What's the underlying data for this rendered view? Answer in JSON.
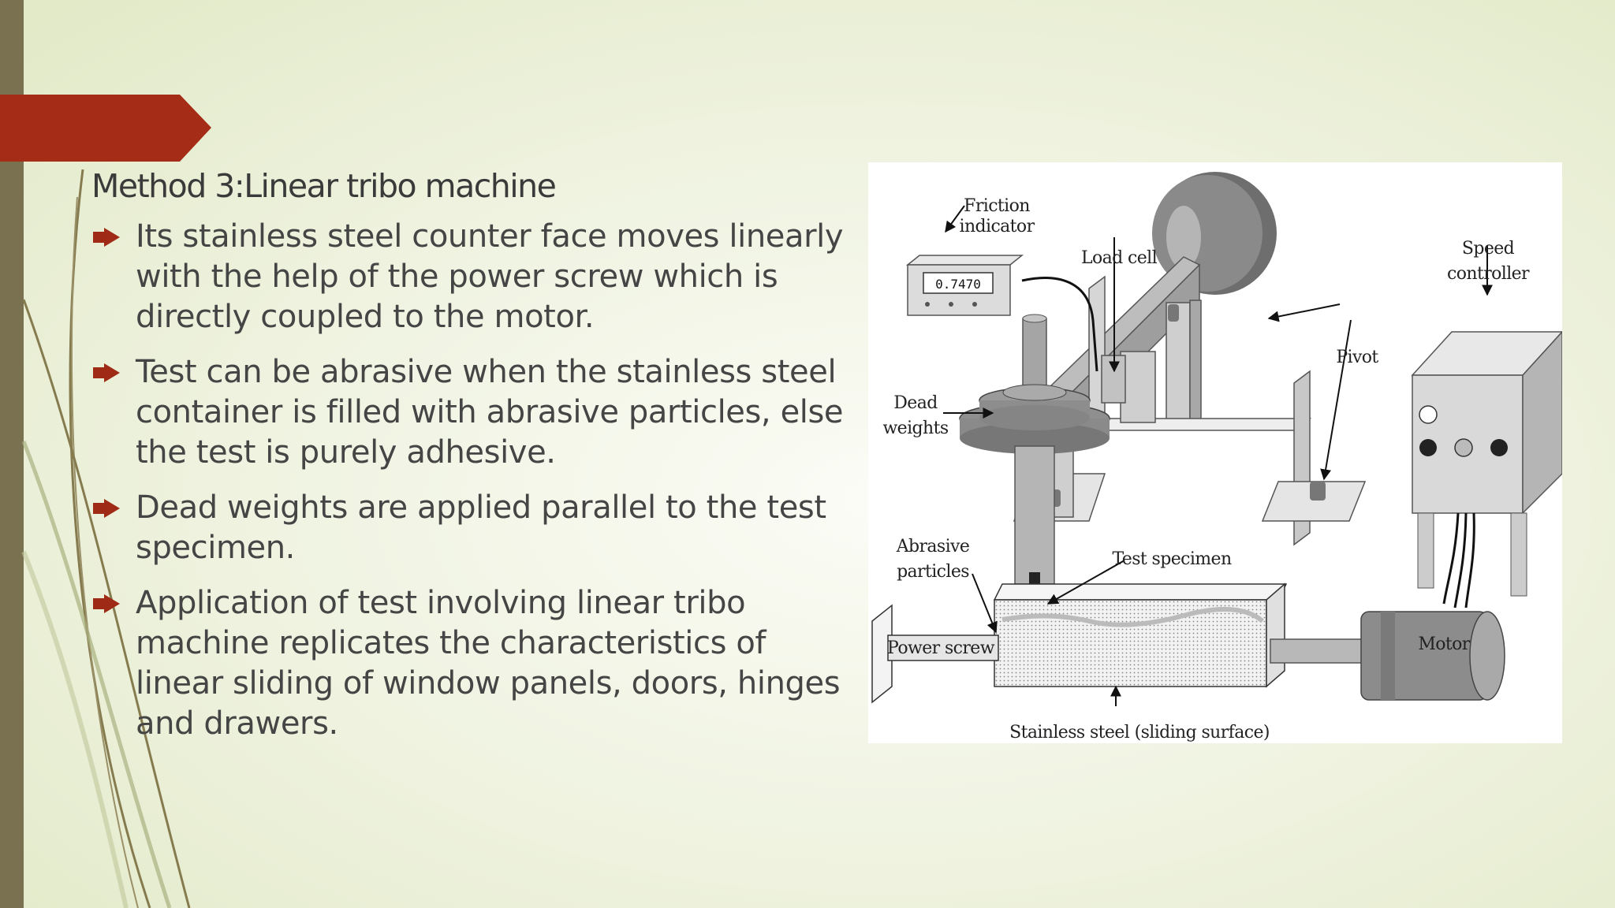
{
  "slide": {
    "title": "Method 3:Linear tribo machine",
    "bullets": [
      {
        "text": " Its stainless steel counter face moves linearly with the help of the power screw which is directly coupled to the motor."
      },
      {
        "text": "Test  can  be  abrasive  when  the stainless steel  container  is  filled  with  abrasive particles, else the test is purely adhesive."
      },
      {
        "text": "Dead weights are applied parallel to the test specimen."
      },
      {
        "text": "Application of test involving linear tribo machine replicates the characteristics of linear sliding of window panels, doors, hinges and drawers."
      }
    ],
    "colors": {
      "accent": "#a52c17",
      "bullet": "#9f2b16",
      "stalk": "#857b4f",
      "bar": "#7a7150"
    }
  },
  "figure": {
    "labels": {
      "friction_indicator_1": "Friction",
      "friction_indicator_2": "indicator",
      "display_value": "0.7470",
      "load_cell": "Load cell",
      "speed_controller_1": "Speed",
      "speed_controller_2": "controller",
      "pivot": "Pivot",
      "dead_weights_1": "Dead",
      "dead_weights_2": "weights",
      "abrasive_particles_1": "Abrasive",
      "abrasive_particles_2": "particles",
      "test_specimen": "Test specimen",
      "power_screw": "Power screw",
      "motor": "Motor",
      "stainless_steel": "Stainless steel (sliding surface)"
    }
  }
}
